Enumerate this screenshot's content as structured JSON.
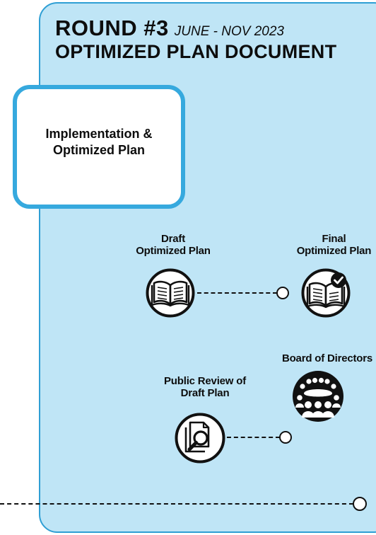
{
  "header": {
    "round": "ROUND #3",
    "dates": "JUNE - NOV 2023",
    "document_title": "OPTIMIZED PLAN DOCUMENT"
  },
  "implementation_box": {
    "label": "Implementation & Optimized Plan"
  },
  "steps": {
    "draft": {
      "line1": "Draft",
      "line2": "Optimized Plan",
      "icon": "open-book-icon"
    },
    "final": {
      "line1": "Final",
      "line2": "Optimized Plan",
      "icon": "open-book-check-icon"
    },
    "board": {
      "label": "Board of Directors",
      "icon": "meeting-group-icon"
    },
    "public_review": {
      "line1": "Public Review of",
      "line2": "Draft Plan",
      "icon": "document-magnifier-icon"
    }
  },
  "colors": {
    "panel_fill": "#bfe5f6",
    "panel_border": "#2f9fd4",
    "box_border": "#36a9de",
    "ink": "#111111"
  }
}
